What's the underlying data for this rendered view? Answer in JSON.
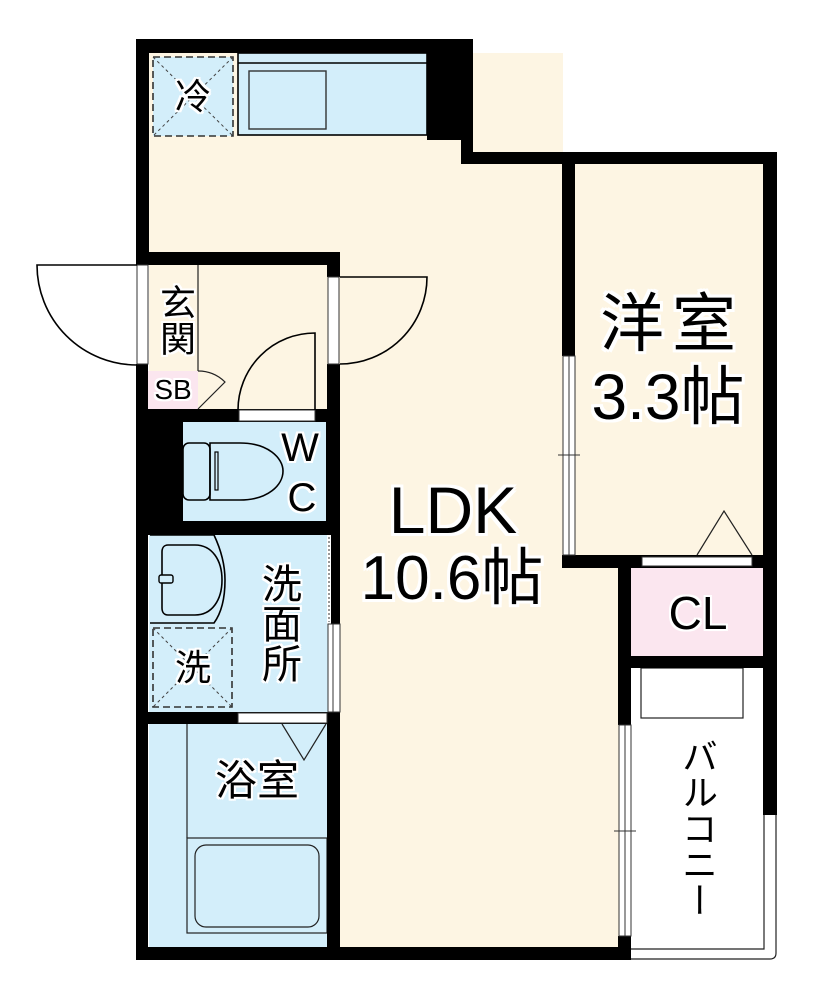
{
  "rooms": {
    "ldk": {
      "label": "LDK",
      "area": "10.6帖"
    },
    "western_room": {
      "label": "洋室",
      "area": "3.3帖"
    },
    "closet": {
      "label": "CL"
    },
    "balcony": {
      "label": "バルコニー"
    },
    "entrance": {
      "label": "玄関"
    },
    "shoe_box": {
      "label": "SB"
    },
    "toilet": {
      "label_line1": "W",
      "label_line2": "C"
    },
    "washroom": {
      "label": "洗面所"
    },
    "bathroom": {
      "label": "浴室"
    }
  },
  "fixtures": {
    "refrigerator": {
      "label": "冷"
    },
    "washing_machine": {
      "label": "洗"
    }
  },
  "colors": {
    "wall": "#000000",
    "living_floor": "#fdf5e3",
    "wet_area": "#d3eefa",
    "storage": "#fbe6ef",
    "exterior": "#ffffff"
  }
}
